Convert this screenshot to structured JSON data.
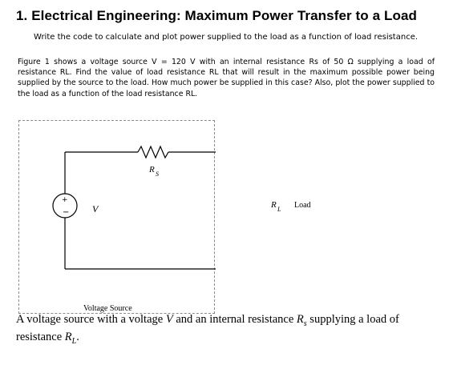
{
  "heading": {
    "number": "1.",
    "title": "Electrical Engineering: Maximum Power Transfer to a Load"
  },
  "instruction": "Write the code to calculate and plot power supplied to the load as a function of load resistance.",
  "problem_text": "Figure 1 shows a voltage source V = 120 V with an internal resistance Rs of 50 Ω supplying a load of resistance RL. Find the value of load resistance RL that will result in the maximum possible power being supplied by the source to the load. How much power be supplied in this case? Also, plot the power supplied to the load as a function of the load resistance RL.",
  "figure": {
    "source_label": "V",
    "source_plus": "+",
    "source_minus": "−",
    "rs_main": "R",
    "rs_sub": "S",
    "rl_main": "R",
    "rl_sub": "L",
    "load_label": "Load",
    "voltage_source_caption": "Voltage Source"
  },
  "caption": {
    "part1": "A voltage source with a voltage ",
    "v": "V",
    "part2": " and an internal resistance ",
    "rs_main": "R",
    "rs_sub": "s",
    "part3": " supplying a load of resistance ",
    "rl_main": "R",
    "rl_sub": "L",
    "end": "."
  }
}
